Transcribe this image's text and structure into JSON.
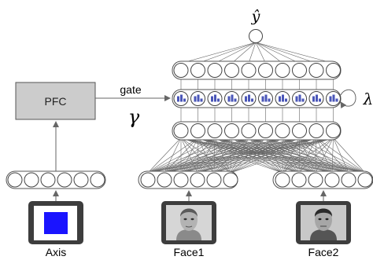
{
  "labels": {
    "output": "ŷ",
    "pfc": "PFC",
    "gate": "gate",
    "gamma": "γ",
    "lambda": "λ",
    "axis": "Axis",
    "face1": "Face1",
    "face2": "Face2"
  },
  "colors": {
    "pfc_fill": "#cccccc",
    "frame": "#3d3d3d",
    "axis_square": "#1a14ff",
    "gate_icon": "#4a56b8"
  },
  "icons": {
    "recurrent": "recurrent-loop-icon",
    "gating": "gate-bar-icon"
  }
}
